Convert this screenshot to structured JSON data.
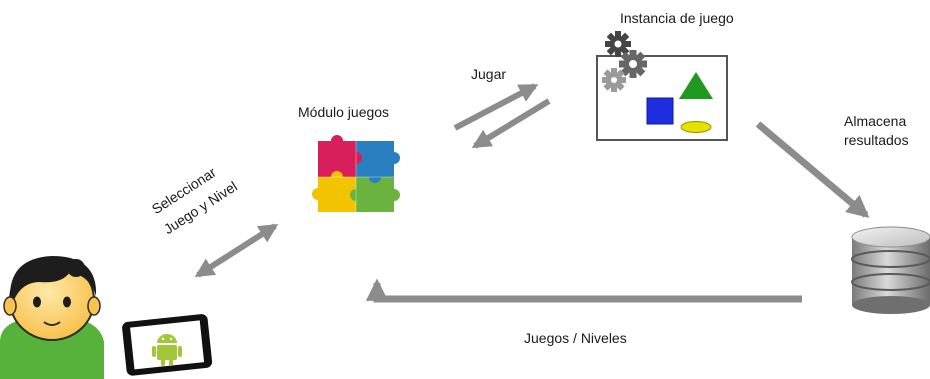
{
  "labels": {
    "instancia": "Instancia de juego",
    "jugar": "Jugar",
    "modulo": "Módulo juegos",
    "almacena_1": "Almacena",
    "almacena_2": "resultados",
    "seleccionar_1": "Seleccionar",
    "seleccionar_2": "Juego y Nivel",
    "juegos_niveles": "Juegos / Niveles"
  },
  "icons": {
    "user": "user-with-tablet-icon",
    "puzzle": "puzzle-icon",
    "gears": "gears-icon",
    "database": "database-icon",
    "android": "android-icon"
  },
  "colors": {
    "arrow": "#8c8c8c",
    "puzzle_red": "#d81e5b",
    "puzzle_blue": "#2a7fc1",
    "puzzle_yellow": "#f2c300",
    "puzzle_green": "#6ab33e",
    "square": "#1c2ee0",
    "triangle": "#1f9a1f",
    "ellipse": "#e7e000",
    "user_shirt": "#56b23a",
    "android": "#a4c639"
  }
}
